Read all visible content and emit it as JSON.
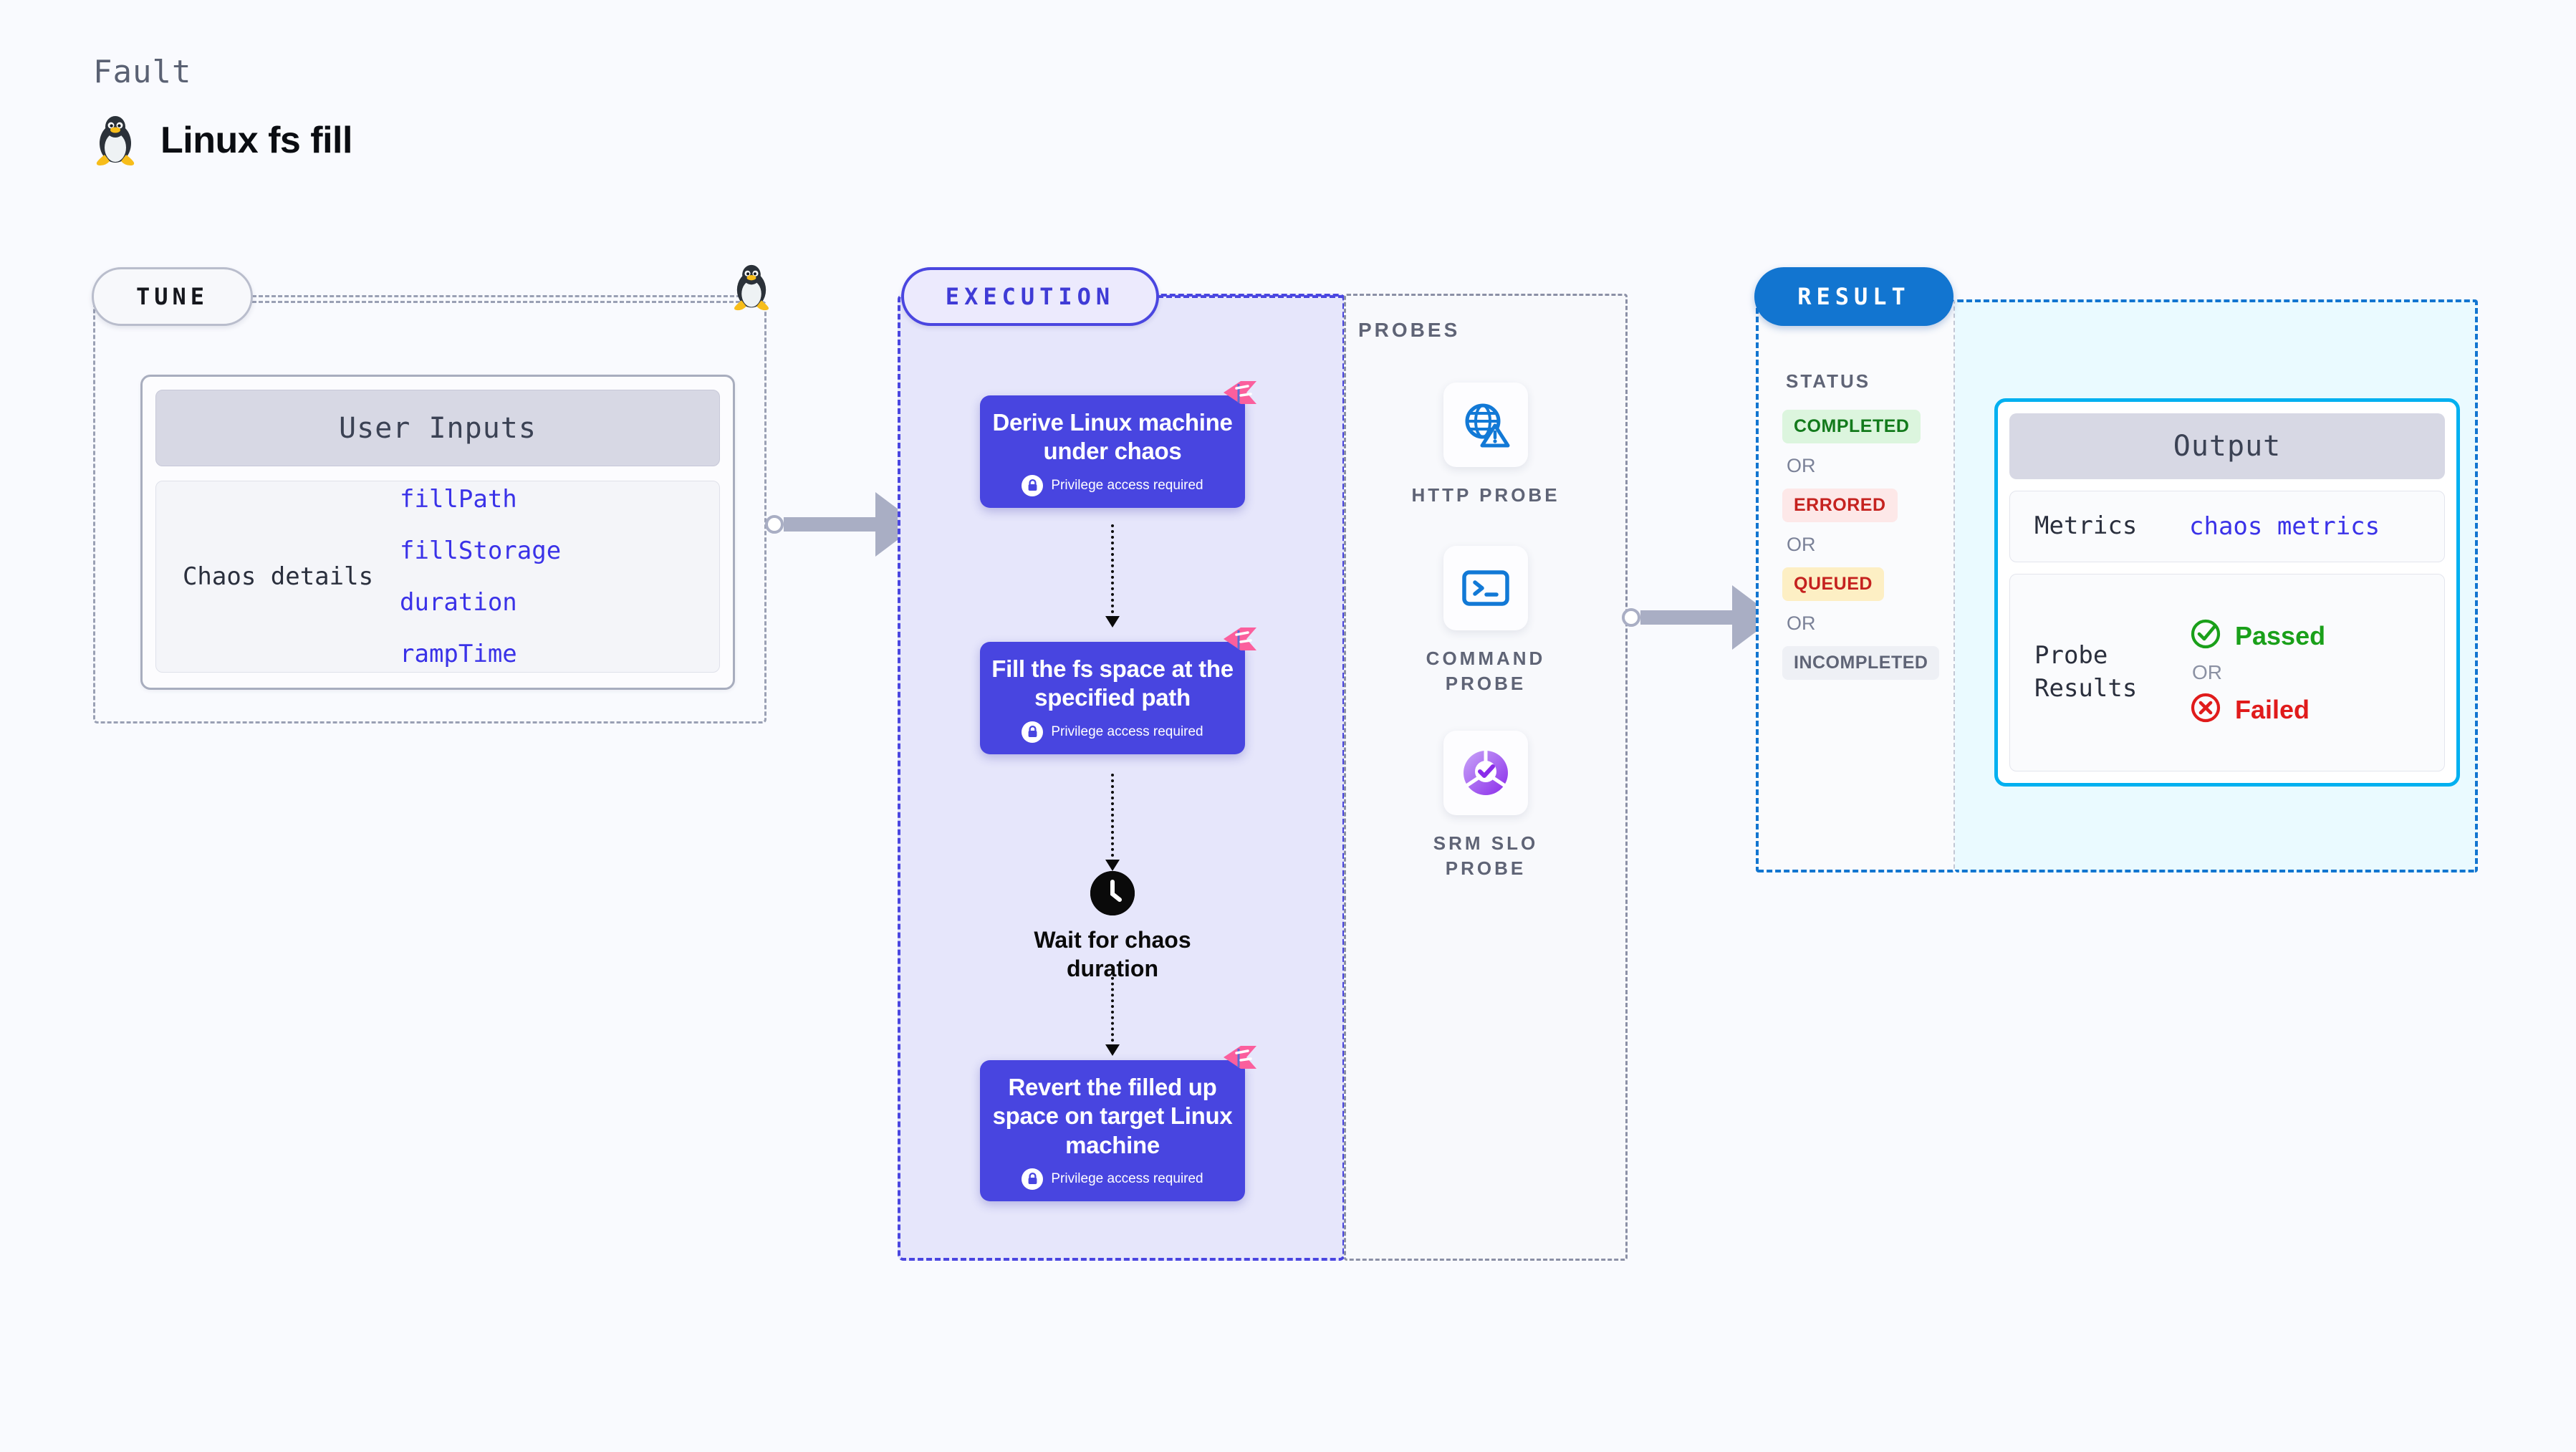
{
  "header": {
    "eyebrow": "Fault",
    "title": "Linux fs fill",
    "icon": "tux-penguin-icon"
  },
  "tune": {
    "pill_label": "TUNE",
    "penguin_icon": "tux-penguin-icon",
    "card": {
      "header": "User Inputs",
      "details_label": "Chaos details",
      "params": [
        "fillPath",
        "fillStorage",
        "duration",
        "rampTime"
      ]
    }
  },
  "execution": {
    "pill_label": "EXECUTION",
    "steps": [
      {
        "title": "Derive Linux machine under chaos",
        "badge": "Privilege access required",
        "badge_icon": "lock-icon",
        "flag_icon": "fault-flag-icon"
      },
      {
        "title": "Fill the fs space at the specified path",
        "badge": "Privilege access required",
        "badge_icon": "lock-icon",
        "flag_icon": "fault-flag-icon"
      },
      {
        "title": "Revert the filled up space on target Linux machine",
        "badge": "Privilege access required",
        "badge_icon": "lock-icon",
        "flag_icon": "fault-flag-icon"
      }
    ],
    "wait": {
      "label": "Wait for chaos duration",
      "icon": "clock-icon"
    }
  },
  "probes": {
    "title": "PROBES",
    "items": [
      {
        "label": "HTTP PROBE",
        "icon": "globe-warning-icon"
      },
      {
        "label": "COMMAND PROBE",
        "icon": "terminal-icon"
      },
      {
        "label": "SRM SLO PROBE",
        "icon": "slo-donut-check-icon"
      }
    ]
  },
  "result": {
    "pill_label": "RESULT",
    "status_title": "STATUS",
    "or_label": "OR",
    "statuses": [
      "COMPLETED",
      "ERRORED",
      "QUEUED",
      "INCOMPLETED"
    ],
    "output": {
      "header": "Output",
      "metrics_label": "Metrics",
      "metrics_value": "chaos metrics",
      "probe_results_label": "Probe Results",
      "passed_label": "Passed",
      "passed_icon": "check-circle-icon",
      "failed_label": "Failed",
      "failed_icon": "x-circle-icon",
      "or_label": "OR"
    }
  },
  "colors": {
    "accent_purple": "#4845e0",
    "accent_blue": "#1275d0",
    "accent_cyan": "#00b0f0",
    "flag_pink": "#fb5f9d",
    "param_blue": "#3a32e8",
    "status_completed": "#137a1c",
    "status_errored": "#c5221f",
    "status_queued": "#c5221f",
    "status_incompleted": "#5f6476"
  }
}
